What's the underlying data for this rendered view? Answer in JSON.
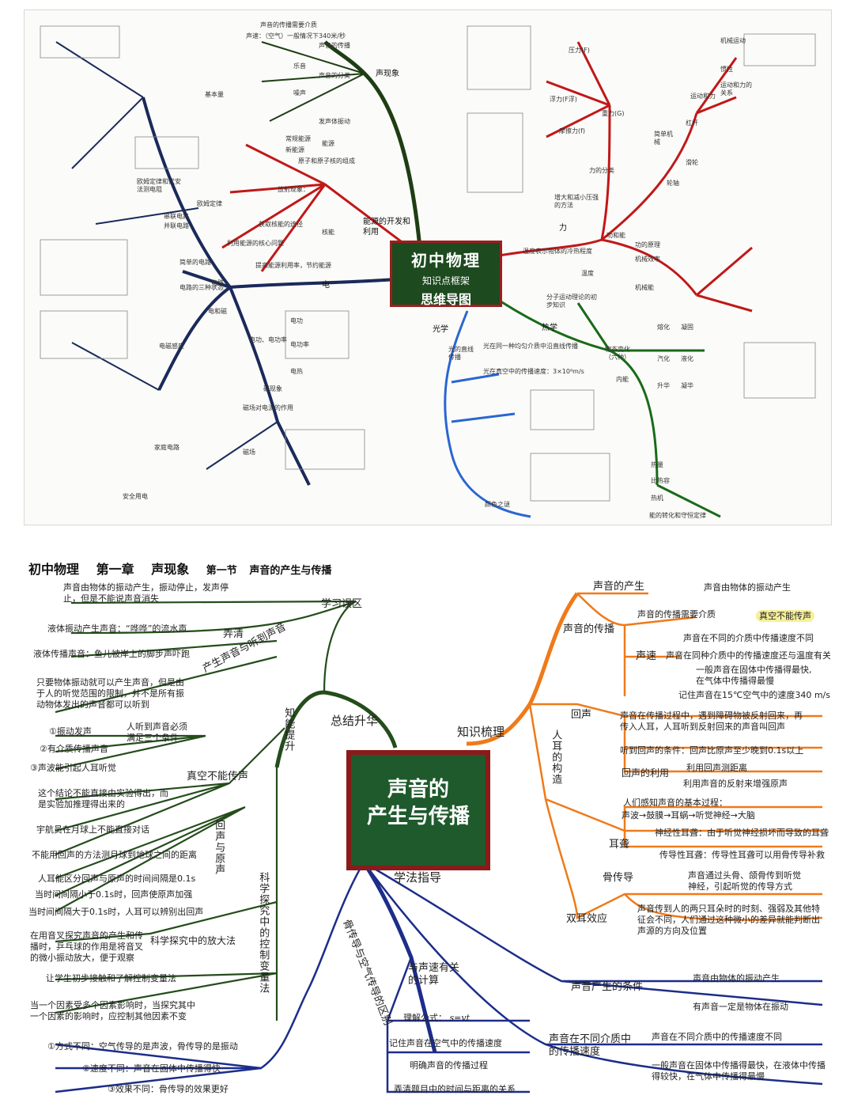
{
  "top_map": {
    "center": {
      "line1": "初中物理",
      "line2": "知识点框架",
      "line3": "思维导图"
    },
    "branches": {
      "sound": "声现象",
      "energy": "能源的开发和利用",
      "electricity": "电",
      "force": "力",
      "optics": "光学",
      "heat": "热学"
    },
    "sound_items": [
      "声音的传播",
      "声音的分类",
      "噪声",
      "发声体振动",
      "乐音",
      "声音的传播需要介质",
      "声速：（空气）一般情况下340米/秒"
    ],
    "energy_items": [
      "常规能源",
      "新能源",
      "能源",
      "原子和原子核的组成",
      "放射现象：",
      "核能",
      "提高能源利用率，节约能源",
      "利用能源的核心问题",
      "获取核能的途径"
    ],
    "electric_items": [
      "基本量",
      "欧姆定律和伏安法测电阻",
      "欧姆定律",
      "串联电路",
      "并联电路",
      "简单的电路",
      "电路的三种状态",
      "电路",
      "电和磁",
      "电功、电功率",
      "电功",
      "电功率",
      "电热",
      "磁现象",
      "磁场对电流的作用",
      "磁场",
      "家庭电路",
      "安全用电",
      "电磁感应"
    ],
    "force_items": [
      "力的分类",
      "重力(G)",
      "浮力(F浮)",
      "摩擦力(f)",
      "压力(F)",
      "增大和减小压强的方法",
      "运动和力",
      "机械运动",
      "惯性",
      "运动和力的关系",
      "简单机械",
      "杠杆",
      "滑轮",
      "轮轴",
      "功和能",
      "功的原理",
      "机械效率",
      "机械能"
    ],
    "optic_items": [
      "光的直线传播",
      "光在真空中的传播速度：3×10⁸m/s",
      "光在同一种均匀介质中沿直线传播",
      "颜色之谜"
    ],
    "heat_items": [
      "温度",
      "温度表示物体的冷热程度",
      "分子运动理论的初步知识",
      "物态变化（六种）",
      "熔化",
      "凝固",
      "汽化",
      "液化",
      "升华",
      "凝华",
      "内能",
      "热量",
      "比热容",
      "热机",
      "能的转化和守恒定律"
    ]
  },
  "bottom_map": {
    "header": {
      "course": "初中物理",
      "chapter": "第一章",
      "chapter_name": "声现象",
      "section": "第一节",
      "section_name": "声音的产生与传播"
    },
    "center": {
      "line1": "声音的",
      "line2": "产生与传播"
    },
    "branches": {
      "knowledge": "知识梳理",
      "summary": "总结升华",
      "method": "学法指导"
    },
    "knowledge": {
      "production": {
        "label": "声音的产生",
        "detail": "声音由物体的振动产生"
      },
      "propagation": {
        "label": "声音的传播",
        "medium": "声音的传播需要介质",
        "vacuum": "真空不能传声"
      },
      "speed": {
        "label": "声速",
        "d1": "声音在不同的介质中传播速度不同",
        "d2": "声音在同种介质中的传播速度还与温度有关",
        "d3": "一般声音在固体中传播得最快,在气体中传播得最慢",
        "d4": "记住声音在15℃空气中的速度340 m/s"
      },
      "echo": {
        "label": "回声",
        "detail": "声音在传播过程中，遇到障碍物被反射回来，再传入人耳，人耳听到反射回来的声音叫回声",
        "condition": "听到回声的条件：回声比原声至少晚到0.1s以上",
        "use_label": "回声的利用",
        "use1": "利用回声测距离",
        "use2": "利用声音的反射来增强原声"
      },
      "ear": {
        "label": "人耳的构造",
        "process_title": "人们感知声音的基本过程：",
        "process": "声波→鼓膜→耳蜗→听觉神经→大脑"
      },
      "deafness": {
        "label": "耳聋",
        "d1": "神经性耳聋：由于听觉神经损坏而导致的耳聋",
        "d2": "传导性耳聋：传导性耳聋可以用骨传导补救"
      },
      "bone": {
        "label": "骨传导",
        "detail": "声音通过头骨、颌骨传到听觉神经，引起听觉的传导方式"
      },
      "binaural": {
        "label": "双耳效应",
        "detail": "声音传到人的两只耳朵时的时刻、强弱及其他特征会不同，人们通过这种微小的差异就能判断出声源的方向及位置"
      }
    },
    "summary": {
      "misconceptions": {
        "label": "学习误区",
        "item": "声音由物体的振动产生，振动停止，发声停止，但是不能说声音消失"
      },
      "clarify": {
        "label": "弄清",
        "i1": "液体振动产生声音：“哗哗”的流水声",
        "i2": "液体传播声音：鱼儿被岸上的脚步声吓跑"
      },
      "hearing": {
        "label": "产生声音与听到声音",
        "item": "只要物体振动就可以产生声音，但是由于人的听觉范围的限制，并不是所有振动物体发出的声音都可以听到",
        "cond_title": "人听到声音必须满足三个条件",
        "c1": "①振动发声",
        "c2": "②有介质传播声音",
        "c3": "③声波能引起人耳听觉"
      },
      "ability": {
        "label": "知能提升"
      },
      "vacuum": {
        "label": "真空不能传声",
        "i1": "这个结论不能直接由实验得出，而是实验加推理得出来的",
        "i2": "宇航员在月球上不能直接对话",
        "i3": "不能用回声的方法测月球到地球之间的距离"
      },
      "echo_vs": {
        "label": "回声与原声",
        "i1": "人耳能区分回声与原声的时间间隔是0.1s",
        "i2": "当时间间隔小于0.1s时，回声使原声加强",
        "i3": "当时间间隔大于0.1s时，人耳可以辨别出回声"
      },
      "science": {
        "label": "科学探究中的控制变量法",
        "amp_label": "科学探究中的放大法",
        "amp": "在用音叉探究声音的产生和传播时，乒乓球的作用是将音叉的微小振动放大，便于观察",
        "i1": "让学生初步接触和了解控制变量法",
        "i2": "当一个因素受多个因素影响时，当探究其中一个因素的影响时，应控制其他因素不变"
      }
    },
    "method": {
      "bone_air": {
        "label": "骨传导与空气传导的区别",
        "i1": "①方式不同：空气传导的是声波，骨传导的是振动",
        "i2": "②速度不同：声音在固体中传播得快",
        "i3": "③效果不同：骨传导的效果更好"
      },
      "calc": {
        "label": "与声速有关的计算",
        "formula_label": "理解公式：",
        "formula": "s=vt",
        "i1": "记住声音在空气中的传播速度",
        "i2": "明确声音的传播过程",
        "i3": "弄清题目中的时间与距离的关系"
      },
      "condition": {
        "label": "声音产生的条件",
        "i1": "声音由物体的振动产生",
        "i2": "有声音一定是物体在振动"
      },
      "media": {
        "label": "声音在不同介质中的传播速度",
        "i1": "声音在不同介质中的传播速度不同",
        "i2": "一般声音在固体中传播得最快，在液体中传播得较快，在气体中传播得最慢"
      }
    }
  },
  "colors": {
    "green": "#2e5a1f",
    "red": "#c41818",
    "blue": "#2a52c9",
    "purple": "#3a3f9a",
    "orange": "#ef7a1a",
    "darkgreen": "#244d1b",
    "navy": "#1c2d8a"
  }
}
